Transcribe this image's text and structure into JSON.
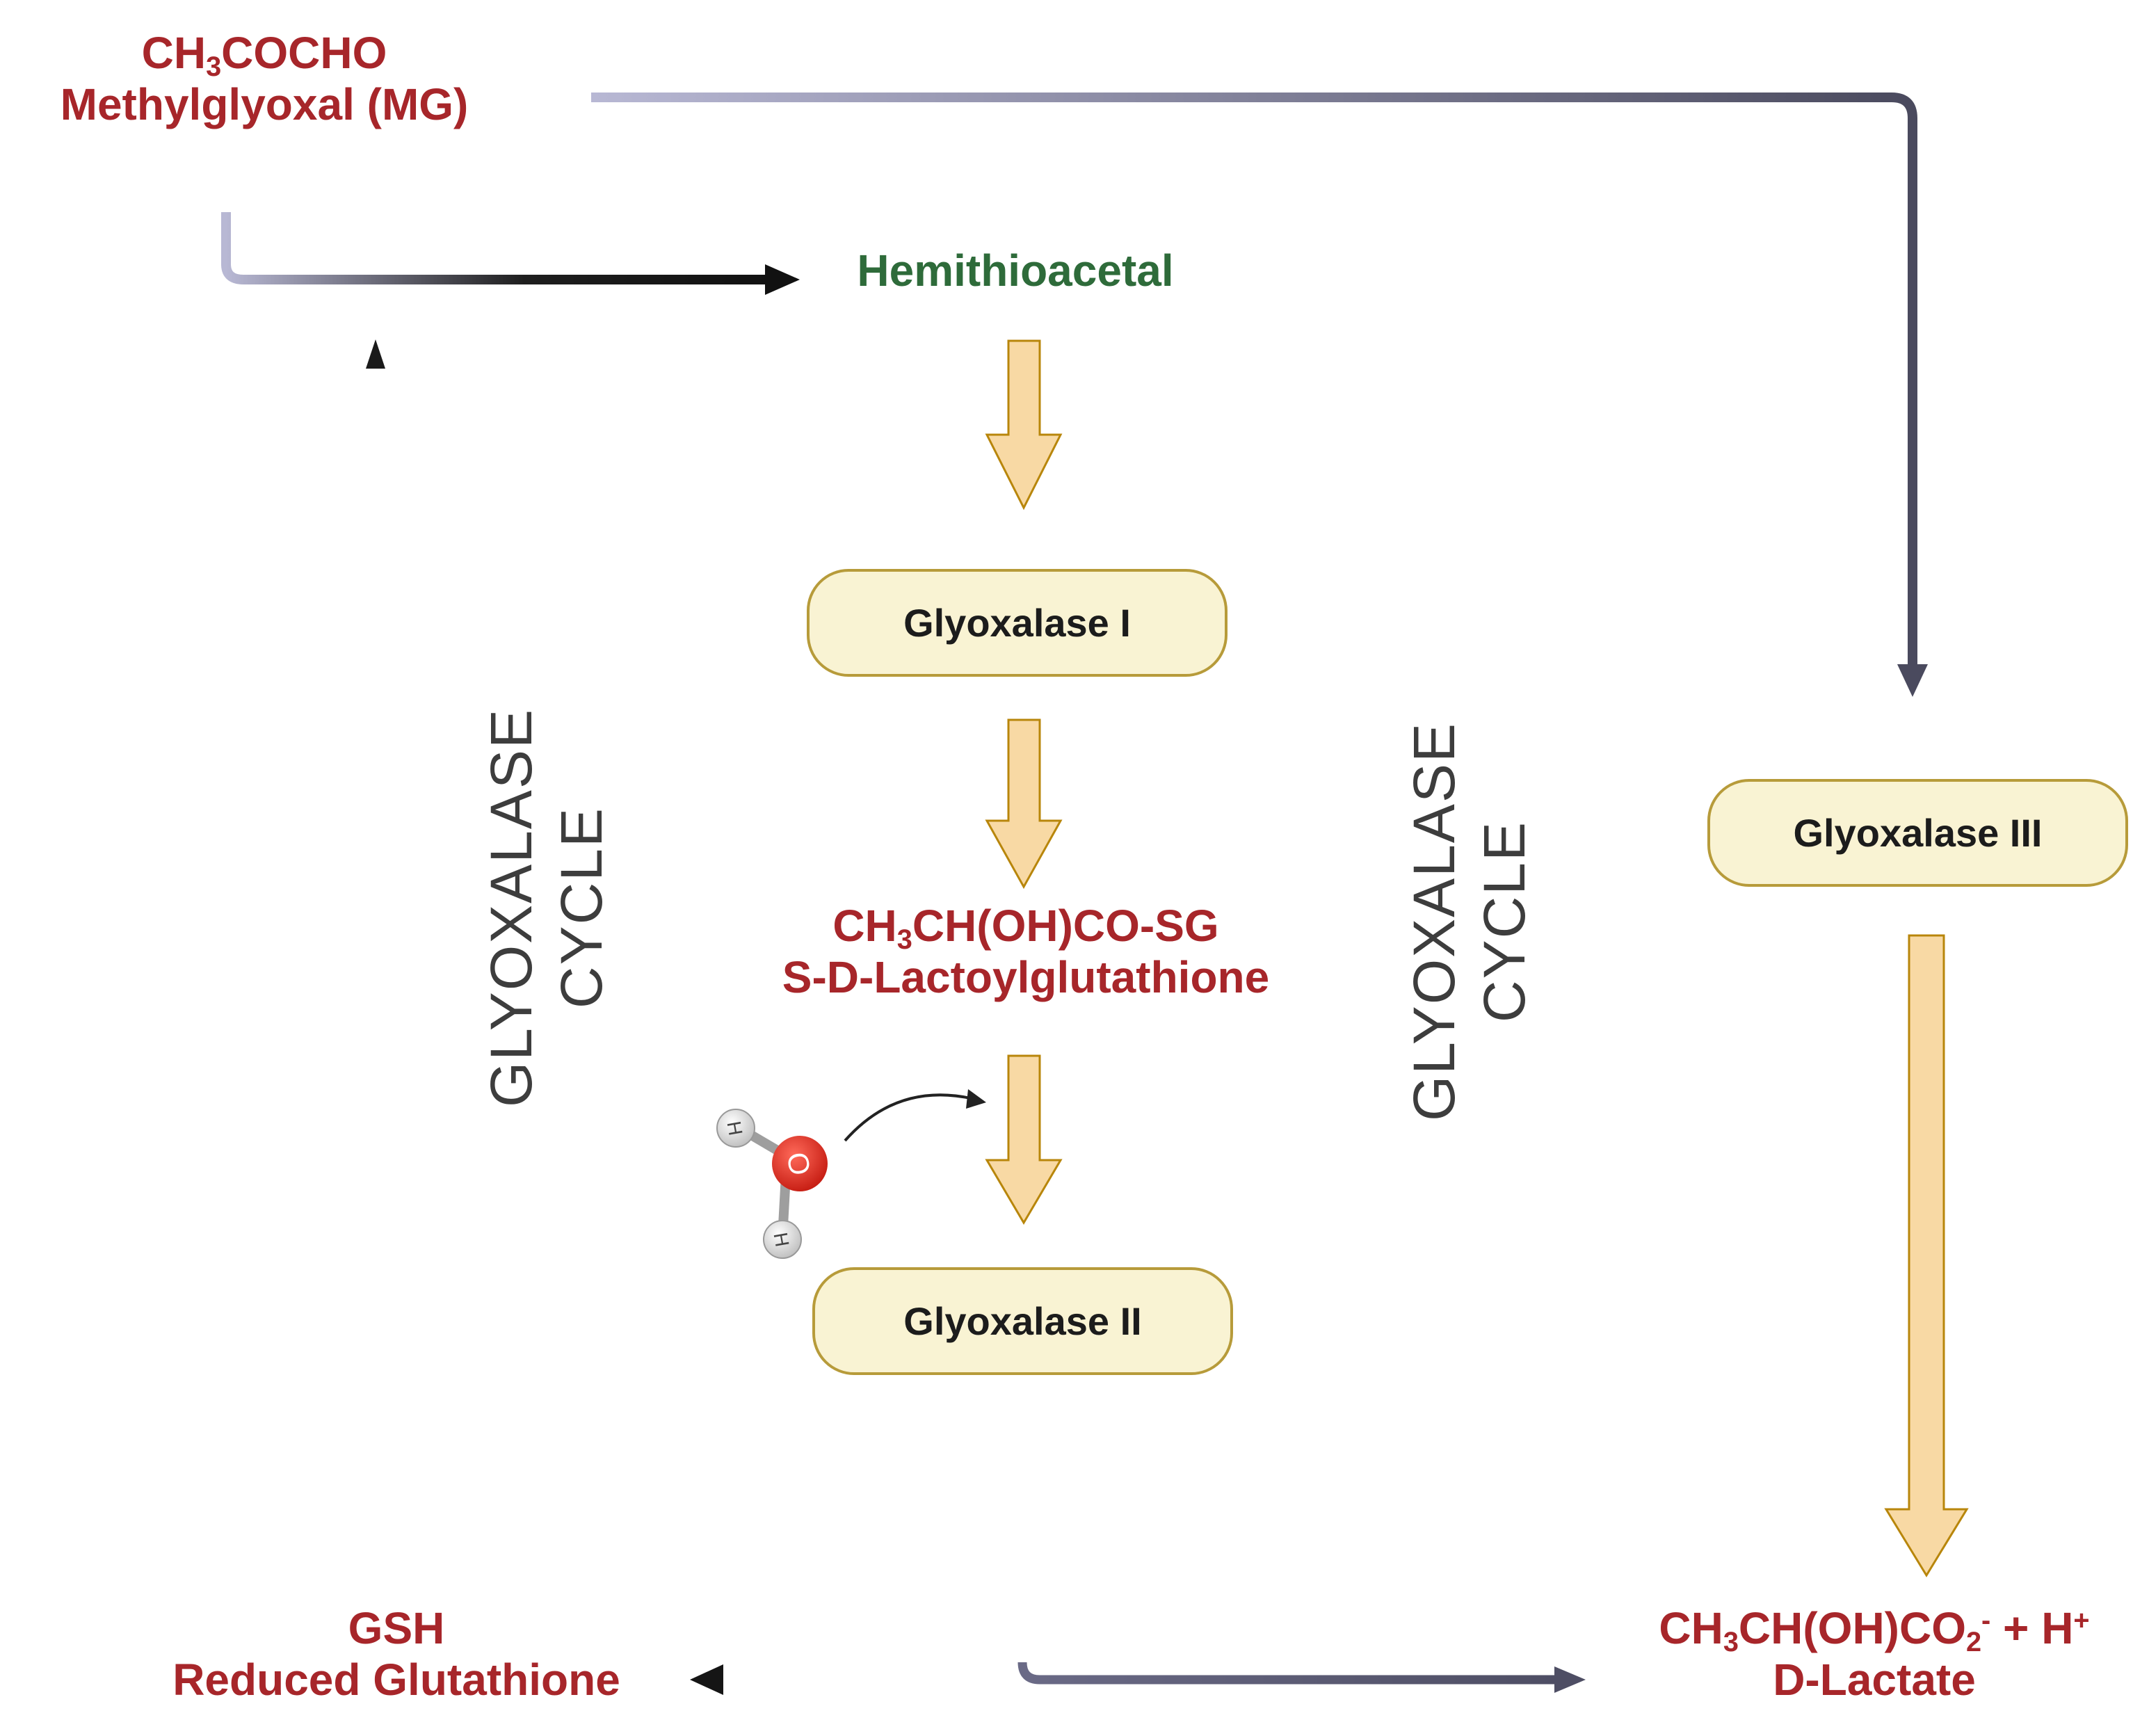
{
  "nodes": {
    "mg": {
      "formula_main": "CH",
      "formula_sub": "3",
      "formula_rest": "COCHO",
      "name": "Methylglyoxal (MG)"
    },
    "hemithioacetal": {
      "name": "Hemithioacetal"
    },
    "lactoylglutathione": {
      "formula_main": "CH",
      "formula_sub": "3",
      "formula_rest": "CH(OH)CO-SG",
      "name": "S-D-Lactoylglutathione"
    },
    "gsh": {
      "formula": "GSH",
      "name": "Reduced Glutathione"
    },
    "dlactate": {
      "formula_main": "CH",
      "formula_sub": "3",
      "formula_mid": "CH(OH)CO",
      "formula_sub2": "2",
      "formula_sup": "-",
      "formula_plus": " + H",
      "formula_sup2": "+",
      "name": "D-Lactate"
    }
  },
  "enzymes": {
    "glo1": "Glyoxalase I",
    "glo2": "Glyoxalase II",
    "glo3": "Glyoxalase III"
  },
  "cycle_labels": {
    "left_line1": "GLYOXALASE",
    "left_line2": "CYCLE",
    "right_line1": "GLYOXALASE",
    "right_line2": "CYCLE"
  },
  "water": {
    "oxygen": "O",
    "hydrogen1": "H",
    "hydrogen2": "H"
  },
  "colors": {
    "product_red": "#a7262a",
    "intermediate_green": "#2e6b3a",
    "enzyme_fill": "#f9f3d3",
    "arrow_fill": "#f8d9a4",
    "arrow_stroke": "#b8860b"
  }
}
